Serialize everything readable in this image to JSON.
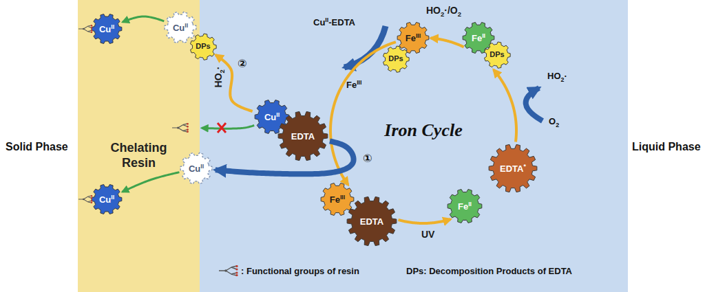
{
  "diagram": {
    "nodes": [
      {
        "text": [
          "Chelating Resin"
        ]
      },
      {
        "text": [
          "CuII"
        ]
      },
      {
        "text": [
          "CuII"
        ]
      },
      {
        "text": [
          "DPs"
        ]
      },
      {
        "text": [
          "CuII"
        ]
      },
      {
        "text": [
          "EDTA"
        ]
      },
      {
        "text": [
          "CuII"
        ]
      },
      {
        "text": [
          "CuII"
        ]
      },
      {
        "text": [
          "FeIII"
        ]
      },
      {
        "text": [
          "EDTA"
        ]
      },
      {
        "text": [
          "FeII"
        ]
      },
      {
        "text": [
          "EDTA*"
        ]
      },
      {
        "text": [
          "FeII"
        ]
      },
      {
        "text": [
          "DPs"
        ]
      },
      {
        "text": [
          "FeIII"
        ]
      },
      {
        "text": [
          "DPs"
        ]
      }
    ],
    "edges": [
      {
        "from": 12,
        "to": 14,
        "label": "HO2·/O2",
        "arrow": "to"
      },
      {
        "from": 14,
        "to": 8,
        "arrow": "to"
      },
      {
        "from": 8,
        "to": 10,
        "label": "UV",
        "arrow": "to"
      },
      {
        "from": 10,
        "to": 12,
        "arrow": "to"
      },
      {
        "from": 4,
        "to": 3,
        "label": "HO2·",
        "arrow": "to"
      },
      {
        "from": 2,
        "to": 1,
        "arrow": "to"
      },
      {
        "from": 6,
        "to": 7,
        "arrow": "to"
      },
      {
        "from": 4,
        "to": 0,
        "arrow": "to"
      },
      {
        "from": 5,
        "to": 6,
        "arrow": "to"
      }
    ],
    "labels": [
      "Solid Phase",
      "Liquid Phase",
      "Iron Cycle",
      "CuII-EDTA",
      "HO2·",
      "O2",
      "FeIII",
      "①",
      "②",
      "DPs: Decomposition Products of EDTA"
    ],
    "legend": [
      {
        "text": ": Functional groups of resin"
      }
    ]
  }
}
